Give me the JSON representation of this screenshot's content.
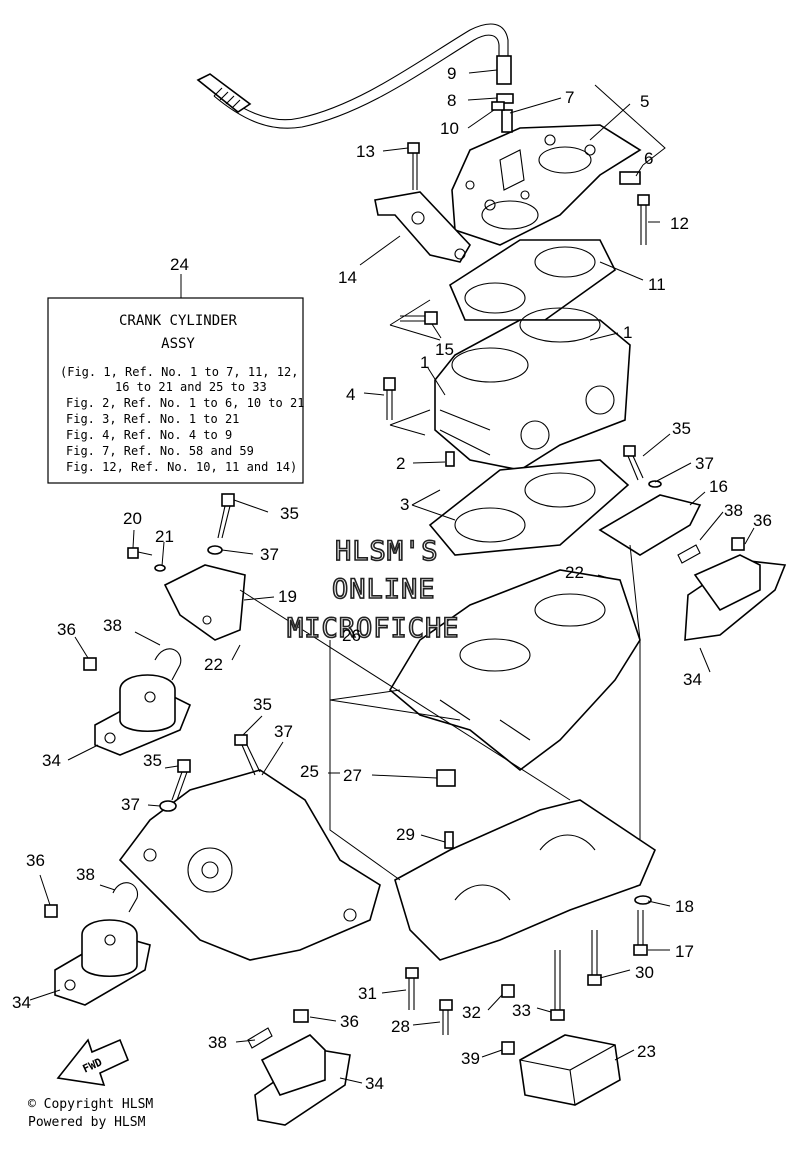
{
  "info_box": {
    "ref": "24",
    "title": "CRANK CYLINDER",
    "subtitle": "ASSY",
    "lines": [
      "(Fig. 1, Ref. No. 1 to 7, 11, 12,",
      "16 to 21 and 25 to 33",
      "Fig. 2, Ref. No. 1 to 6, 10 to 21",
      "Fig. 3, Ref. No. 1 to 21",
      "Fig. 4, Ref. No. 4 to 9",
      "Fig. 7, Ref. No. 58 and 59",
      "Fig. 12, Ref. No. 10, 11 and 14)"
    ]
  },
  "watermark": [
    "HLSM'S",
    "ONLINE",
    "MICROFICHE"
  ],
  "fwd_label": "FWD",
  "footer": {
    "copyright": "© Copyright HLSM",
    "powered": "Powered by HLSM"
  },
  "callouts": [
    {
      "id": "c9",
      "text": "9"
    },
    {
      "id": "c8",
      "text": "8"
    },
    {
      "id": "c7",
      "text": "7"
    },
    {
      "id": "c10",
      "text": "10"
    },
    {
      "id": "c5",
      "text": "5"
    },
    {
      "id": "c13",
      "text": "13"
    },
    {
      "id": "c6",
      "text": "6"
    },
    {
      "id": "c12",
      "text": "12"
    },
    {
      "id": "c14",
      "text": "14"
    },
    {
      "id": "c11",
      "text": "11"
    },
    {
      "id": "c15",
      "text": "15"
    },
    {
      "id": "c1a",
      "text": "1"
    },
    {
      "id": "c1b",
      "text": "1"
    },
    {
      "id": "c4",
      "text": "4"
    },
    {
      "id": "c2",
      "text": "2"
    },
    {
      "id": "c35a",
      "text": "35"
    },
    {
      "id": "c37a",
      "text": "37"
    },
    {
      "id": "c3",
      "text": "3"
    },
    {
      "id": "c16",
      "text": "16"
    },
    {
      "id": "c38a",
      "text": "38"
    },
    {
      "id": "c36a",
      "text": "36"
    },
    {
      "id": "c20",
      "text": "20"
    },
    {
      "id": "c35b",
      "text": "35"
    },
    {
      "id": "c21",
      "text": "21"
    },
    {
      "id": "c37b",
      "text": "37"
    },
    {
      "id": "c22a",
      "text": "22"
    },
    {
      "id": "c19",
      "text": "19"
    },
    {
      "id": "c38b",
      "text": "38"
    },
    {
      "id": "c36b",
      "text": "36"
    },
    {
      "id": "c26",
      "text": "26"
    },
    {
      "id": "c22b",
      "text": "22"
    },
    {
      "id": "c34a",
      "text": "34"
    },
    {
      "id": "c34b",
      "text": "34"
    },
    {
      "id": "c35c",
      "text": "35"
    },
    {
      "id": "c37c",
      "text": "37"
    },
    {
      "id": "c35d",
      "text": "35"
    },
    {
      "id": "c25",
      "text": "25"
    },
    {
      "id": "c27",
      "text": "27"
    },
    {
      "id": "c37d",
      "text": "37"
    },
    {
      "id": "c29",
      "text": "29"
    },
    {
      "id": "c36c",
      "text": "36"
    },
    {
      "id": "c38c",
      "text": "38"
    },
    {
      "id": "c18",
      "text": "18"
    },
    {
      "id": "c17",
      "text": "17"
    },
    {
      "id": "c30",
      "text": "30"
    },
    {
      "id": "c34c",
      "text": "34"
    },
    {
      "id": "c31",
      "text": "31"
    },
    {
      "id": "c32",
      "text": "32"
    },
    {
      "id": "c33",
      "text": "33"
    },
    {
      "id": "c28",
      "text": "28"
    },
    {
      "id": "c36d",
      "text": "36"
    },
    {
      "id": "c38d",
      "text": "38"
    },
    {
      "id": "c23",
      "text": "23"
    },
    {
      "id": "c39",
      "text": "39"
    },
    {
      "id": "c34d",
      "text": "34"
    }
  ]
}
